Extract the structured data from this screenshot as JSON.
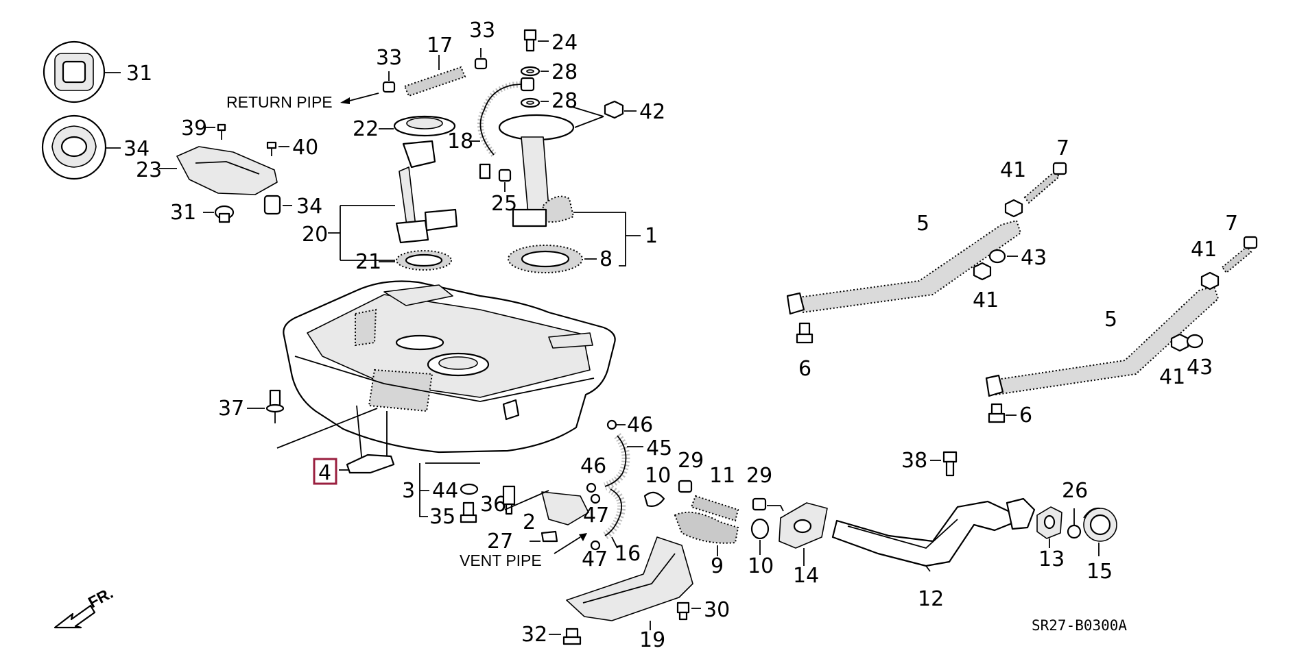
{
  "diagram_code": "SR27-B0300A",
  "highlight_color": "#9a1f3f",
  "notes": {
    "return_pipe": "RETURN PIPE",
    "vent_pipe": "VENT PIPE",
    "front": "FR."
  },
  "labels": {
    "l31a": "31",
    "l34a": "34",
    "l39": "39",
    "l40": "40",
    "l23": "23",
    "l31b": "31",
    "l34b": "34",
    "l33a": "33",
    "l17": "17",
    "l33b": "33",
    "l24": "24",
    "l28a": "28",
    "l28b": "28",
    "l42": "42",
    "l22": "22",
    "l18": "18",
    "l25": "25",
    "l20": "20",
    "l21": "21",
    "l1": "1",
    "l8": "8",
    "l7a": "7",
    "l41a": "41",
    "l5a": "5",
    "l43a": "43",
    "l41b": "41",
    "l6a": "6",
    "l7b": "7",
    "l41c": "41",
    "l5b": "5",
    "l41d": "41",
    "l43b": "43",
    "l6b": "6",
    "l37": "37",
    "l4": "4",
    "l3": "3",
    "l44": "44",
    "l35": "35",
    "l36": "36",
    "l2": "2",
    "l27": "27",
    "l46a": "46",
    "l45": "45",
    "l46b": "46",
    "l47a": "47",
    "l47b": "47",
    "l16": "16",
    "l10a": "10",
    "l29a": "29",
    "l11": "11",
    "l29b": "29",
    "l9": "9",
    "l10b": "10",
    "l14": "14",
    "l38": "38",
    "l26": "26",
    "l13": "13",
    "l15": "15",
    "l12": "12",
    "l30": "30",
    "l19": "19",
    "l32": "32"
  }
}
